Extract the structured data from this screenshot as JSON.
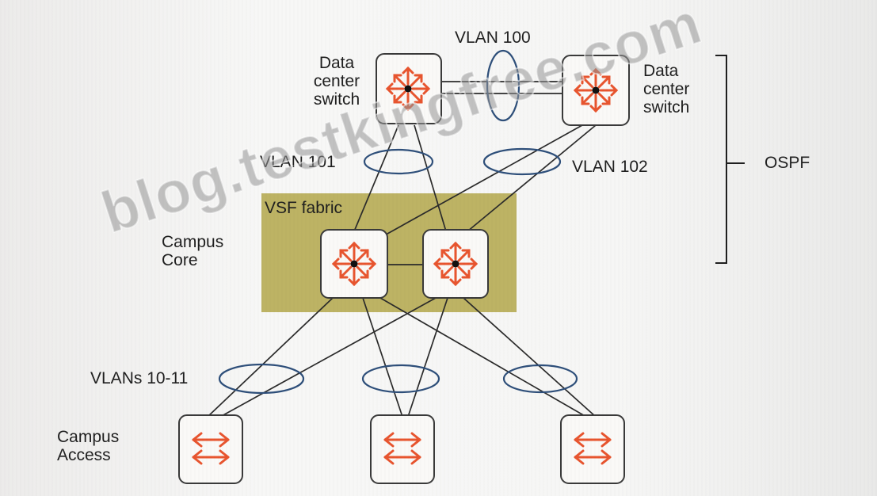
{
  "labels": {
    "vlan100": "VLAN 100",
    "dc_switch_left": "Data center switch",
    "dc_switch_right": "Data center switch",
    "vlan101": "VLAN 101",
    "vlan102": "VLAN 102",
    "ospf": "OSPF",
    "vsf_fabric": "VSF fabric",
    "campus_core": "Campus Core",
    "vlans_10_11": "VLANs 10-11",
    "campus_access": "Campus Access"
  },
  "watermark": "blog.testkingfree.com",
  "colors": {
    "router_icon": "#e8552f",
    "access_icon": "#e8552f",
    "link_line": "#2b2b2b",
    "vlan_ellipse": "#2e4f7a",
    "vsf_fabric_fill": "#b7ad57",
    "device_box_border": "#3a3a3a"
  },
  "icons": {
    "core_device": "router-arrows-icon",
    "access_device": "switch-arrows-icon"
  }
}
